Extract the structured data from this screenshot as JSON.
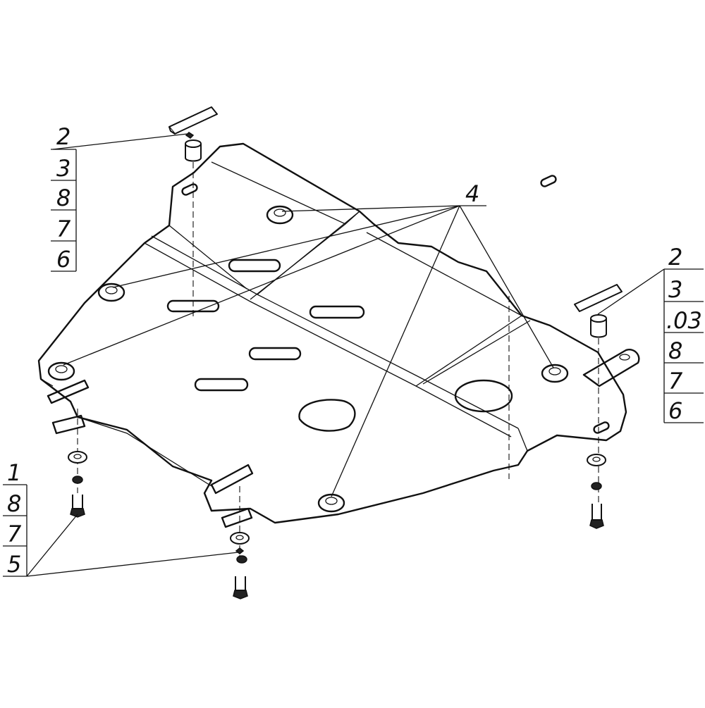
{
  "callouts": {
    "top_left_stack": [
      "2",
      "3",
      "8",
      "7",
      "6"
    ],
    "top_center": "4",
    "right_stack": [
      "2",
      "3",
      ".03",
      "8",
      "7",
      "6"
    ],
    "bottom_left_stack": [
      "1",
      "8",
      "7",
      "5"
    ]
  }
}
